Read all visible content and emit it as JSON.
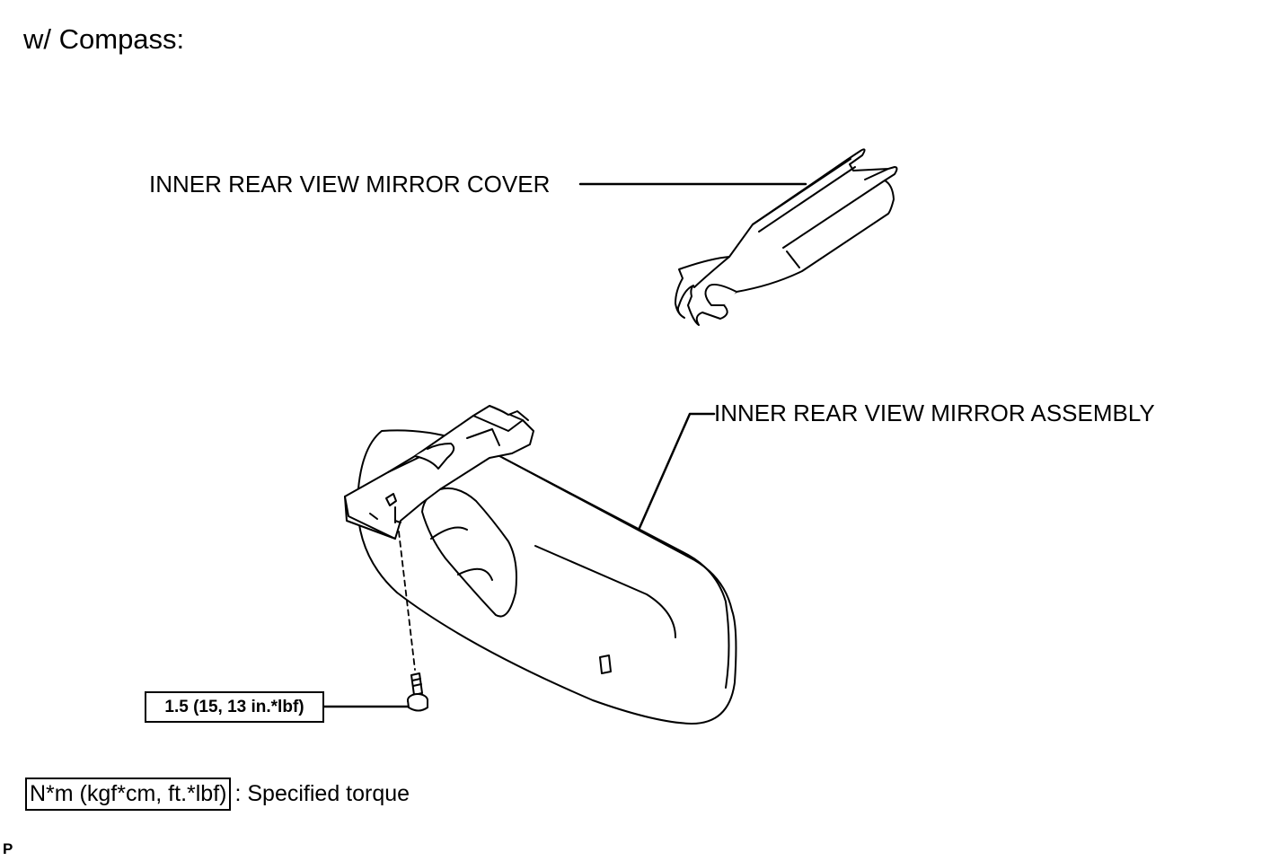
{
  "heading": "w/ Compass:",
  "labels": {
    "cover": "INNER REAR VIEW MIRROR COVER",
    "assembly": "INNER REAR VIEW MIRROR ASSEMBLY"
  },
  "torque": {
    "value": "1.5 (15, 13 in.*lbf)"
  },
  "legend": {
    "unit": "N*m (kgf*cm, ft.*lbf)",
    "description": ": Specified torque"
  },
  "corner_mark": "P"
}
